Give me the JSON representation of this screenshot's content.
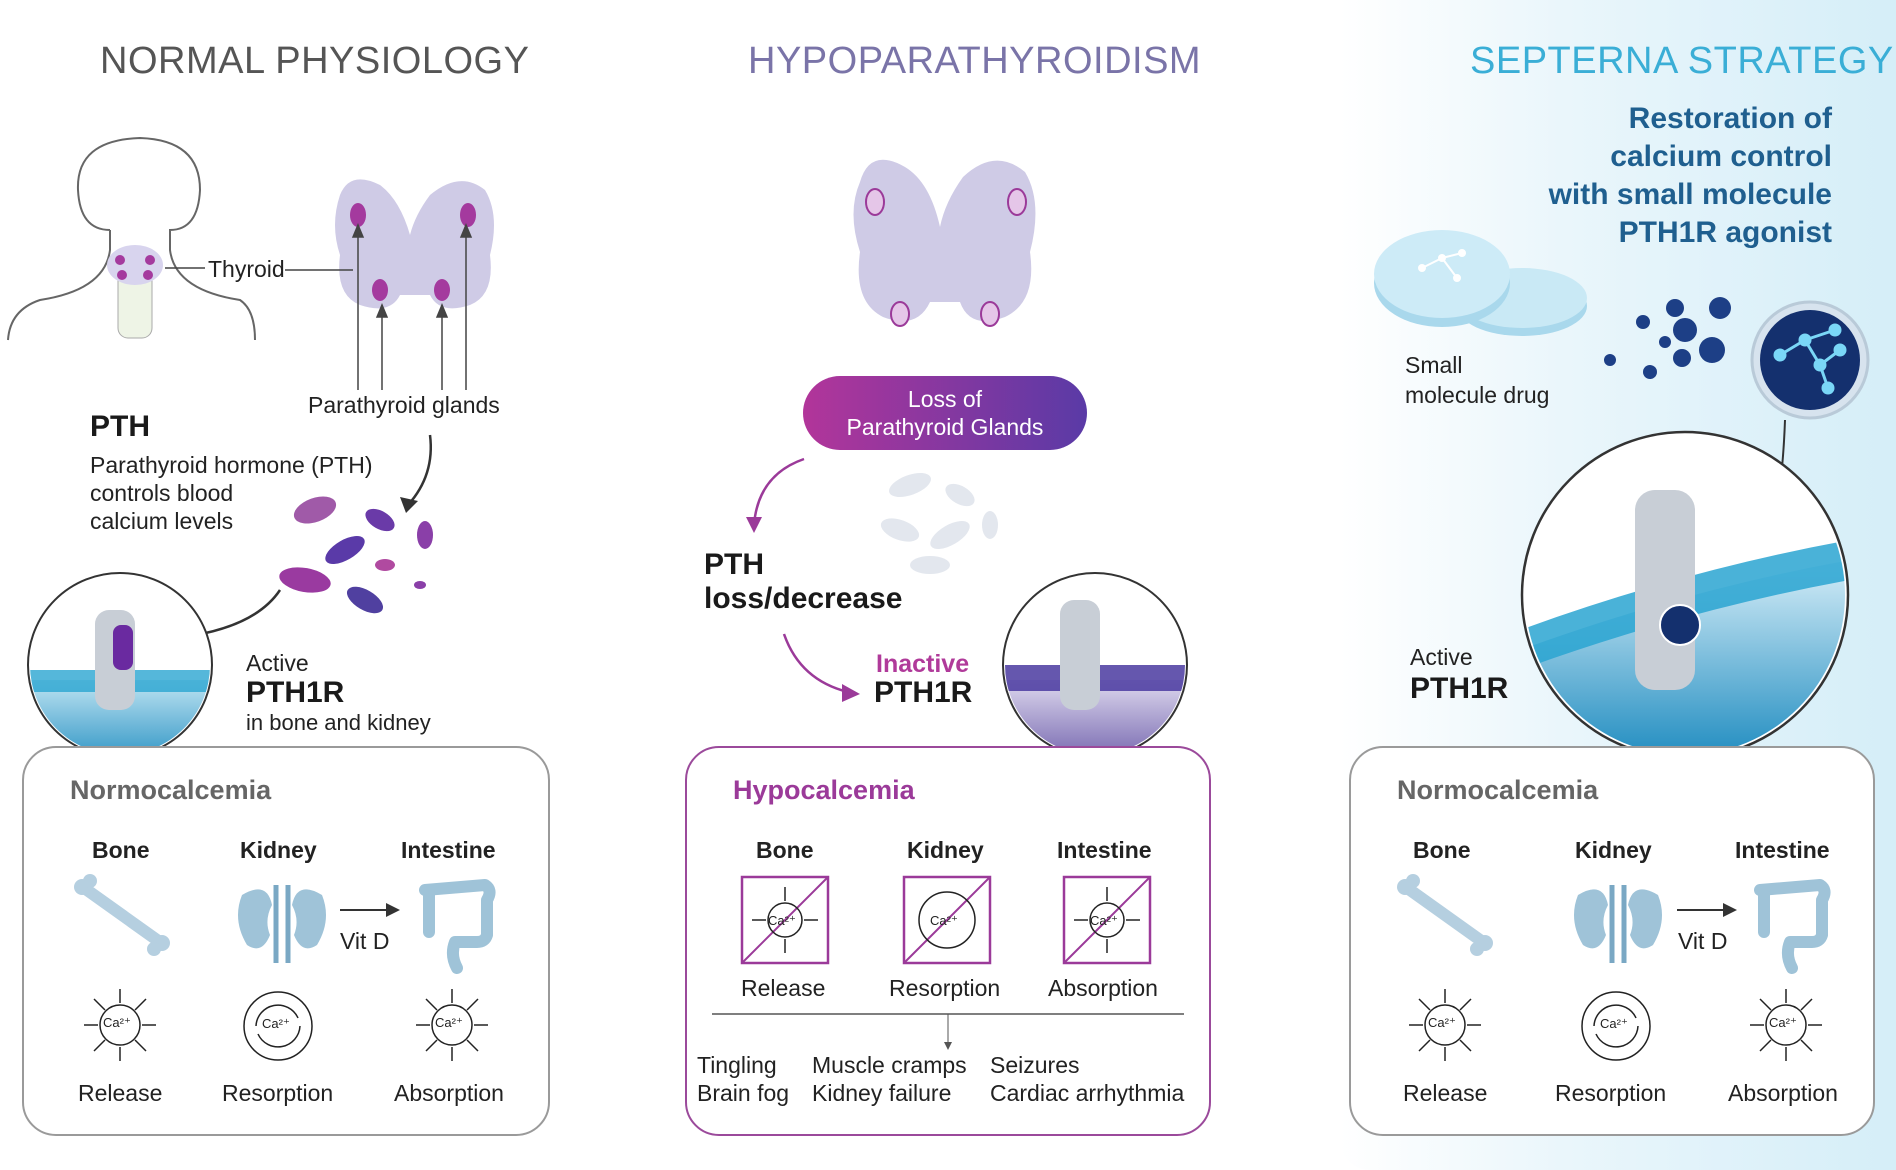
{
  "panels": {
    "normal": {
      "title": "NORMAL PHYSIOLOGY",
      "thyroid_label": "Thyroid",
      "parathyroid_label": "Parathyroid glands",
      "pth_heading": "PTH",
      "pth_desc": [
        "Parathyroid hormone (PTH)",
        "controls blood",
        "calcium levels"
      ],
      "receptor_state": "Active",
      "receptor_name": "PTH1R",
      "receptor_location": "in bone and kidney",
      "box": {
        "title": "Normocalcemia",
        "organs": [
          "Bone",
          "Kidney",
          "Intestine"
        ],
        "vitd": "Vit D",
        "ion": "Ca²⁺",
        "processes": [
          "Release",
          "Resorption",
          "Absorption"
        ]
      }
    },
    "hypo": {
      "title": "HYPOPARATHYROIDISM",
      "pill": [
        "Loss of",
        "Parathyroid Glands"
      ],
      "pth_loss": [
        "PTH",
        "loss/decrease"
      ],
      "receptor_state": "Inactive",
      "receptor_name": "PTH1R",
      "box": {
        "title": "Hypocalcemia",
        "organs": [
          "Bone",
          "Kidney",
          "Intestine"
        ],
        "ion": "Ca²⁺",
        "processes": [
          "Release",
          "Resorption",
          "Absorption"
        ],
        "symptoms": [
          [
            "Tingling",
            "Brain fog"
          ],
          [
            "Muscle cramps",
            "Kidney failure"
          ],
          [
            "Seizures",
            "Cardiac arrhythmia"
          ]
        ]
      }
    },
    "septerna": {
      "title": "SEPTERNA STRATEGY",
      "tagline": [
        "Restoration of",
        "calcium control",
        "with small molecule",
        "PTH1R agonist"
      ],
      "drug_label": [
        "Small",
        "molecule drug"
      ],
      "receptor_state": "Active",
      "receptor_name": "PTH1R",
      "box": {
        "title": "Normocalcemia",
        "organs": [
          "Bone",
          "Kidney",
          "Intestine"
        ],
        "vitd": "Vit D",
        "ion": "Ca²⁺",
        "processes": [
          "Release",
          "Resorption",
          "Absorption"
        ]
      }
    }
  },
  "colors": {
    "gland": "#cfcbe6",
    "parathyroid": "#a43a9e",
    "hypo_accent": "#9b3a99",
    "septerna_blue": "#1f5f8f",
    "membrane": "#2aa5d1"
  }
}
